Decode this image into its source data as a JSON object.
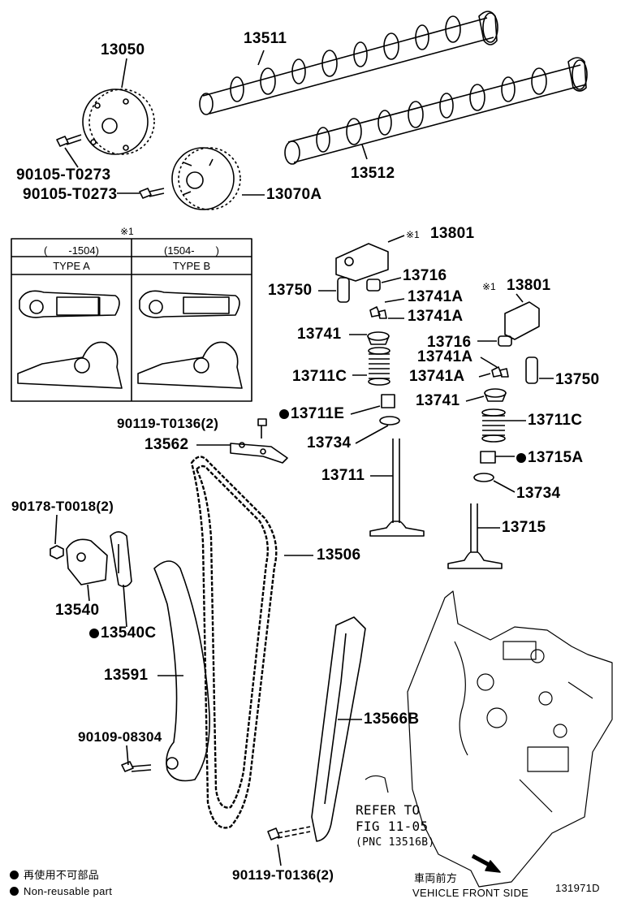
{
  "labels": {
    "p13050": "13050",
    "p13511": "13511",
    "p13512": "13512",
    "p90105a": "90105-T0273",
    "p90105b": "90105-T0273",
    "p13070a": "13070A",
    "note1": "※1",
    "p13801a": "13801",
    "p13716a": "13716",
    "p13750a": "13750",
    "p13741a1": "13741A",
    "p13741a2": "13741A",
    "p13801b": "13801",
    "p13741": "13741",
    "p13716b": "13716",
    "p13741a3": "13741A",
    "p13711c": "13711C",
    "p13741a4": "13741A",
    "p13750b": "13750",
    "p13741b": "13741",
    "p90119a": "90119-T0136(2)",
    "p13711e": "13711E",
    "p13711c2": "13711C",
    "p13562": "13562",
    "p13734a": "13734",
    "p13715a": "13715A",
    "p13711": "13711",
    "p13734b": "13734",
    "p90178": "90178-T0018(2)",
    "p13715": "13715",
    "p13506": "13506",
    "p13540": "13540",
    "p13540c": "13540C",
    "p13591": "13591",
    "p90109": "90109-08304",
    "p13566b": "13566B",
    "p90119b": "90119-T0136(2)",
    "refer1": "REFER TO",
    "refer2": "FIG 11-05",
    "refer3": "(PNC 13516B)",
    "vehicle_jp": "車両前方",
    "vehicle_en": "VEHICLE FRONT SIDE",
    "code": "131971D"
  },
  "table": {
    "title": "※1",
    "col1_range": "(　　-1504)",
    "col2_range": "(1504-　　)",
    "col1_type": "TYPE A",
    "col2_type": "TYPE B"
  },
  "legend": {
    "jp": "再使用不可部品",
    "en": "Non-reusable part"
  }
}
